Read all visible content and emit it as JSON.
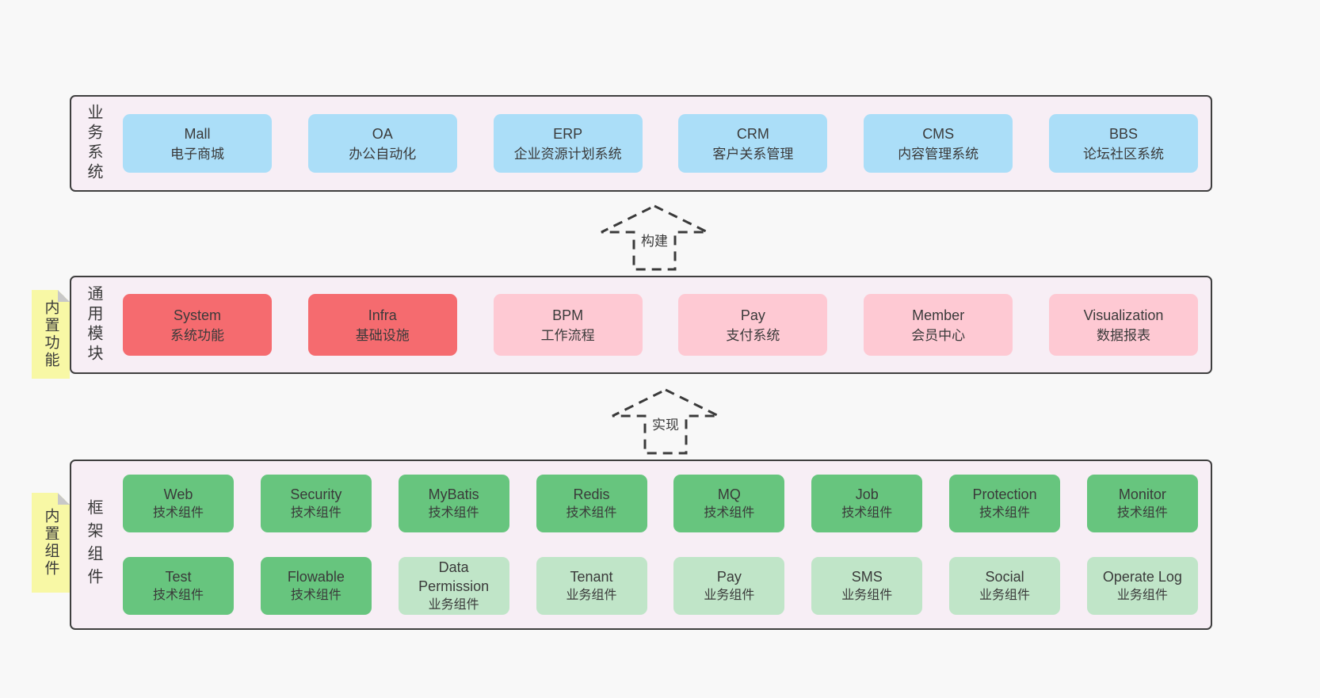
{
  "page": {
    "background": "#f8f8f8"
  },
  "arrows": [
    {
      "label": "构建"
    },
    {
      "label": "实现"
    }
  ],
  "layers": [
    {
      "name": "business-systems",
      "side_label": "业务系统",
      "boxes": [
        {
          "title": "Mall",
          "subtitle": "电子商城",
          "variant": "blue"
        },
        {
          "title": "OA",
          "subtitle": "办公自动化",
          "variant": "blue"
        },
        {
          "title": "ERP",
          "subtitle": "企业资源计划系统",
          "variant": "blue"
        },
        {
          "title": "CRM",
          "subtitle": "客户关系管理",
          "variant": "blue"
        },
        {
          "title": "CMS",
          "subtitle": "内容管理系统",
          "variant": "blue"
        },
        {
          "title": "BBS",
          "subtitle": "论坛社区系统",
          "variant": "blue"
        }
      ]
    },
    {
      "name": "common-modules",
      "side_label": "通用模块",
      "sticky_note": "内置功能",
      "boxes": [
        {
          "title": "System",
          "subtitle": "系统功能",
          "variant": "red"
        },
        {
          "title": "Infra",
          "subtitle": "基础设施",
          "variant": "red"
        },
        {
          "title": "BPM",
          "subtitle": "工作流程",
          "variant": "pink"
        },
        {
          "title": "Pay",
          "subtitle": "支付系统",
          "variant": "pink"
        },
        {
          "title": "Member",
          "subtitle": "会员中心",
          "variant": "pink"
        },
        {
          "title": "Visualization",
          "subtitle": "数据报表",
          "variant": "pink"
        }
      ]
    },
    {
      "name": "framework-components",
      "side_label": "框架组件",
      "sticky_note": "内置组件",
      "rows": [
        [
          {
            "title": "Web",
            "subtitle": "技术组件",
            "variant": "green"
          },
          {
            "title": "Security",
            "subtitle": "技术组件",
            "variant": "green"
          },
          {
            "title": "MyBatis",
            "subtitle": "技术组件",
            "variant": "green"
          },
          {
            "title": "Redis",
            "subtitle": "技术组件",
            "variant": "green"
          },
          {
            "title": "MQ",
            "subtitle": "技术组件",
            "variant": "green"
          },
          {
            "title": "Job",
            "subtitle": "技术组件",
            "variant": "green"
          },
          {
            "title": "Protection",
            "subtitle": "技术组件",
            "variant": "green"
          },
          {
            "title": "Monitor",
            "subtitle": "技术组件",
            "variant": "green"
          }
        ],
        [
          {
            "title": "Test",
            "subtitle": "技术组件",
            "variant": "green"
          },
          {
            "title": "Flowable",
            "subtitle": "技术组件",
            "variant": "green"
          },
          {
            "title": "Data Permission",
            "subtitle": "业务组件",
            "variant": "lightgreen"
          },
          {
            "title": "Tenant",
            "subtitle": "业务组件",
            "variant": "lightgreen"
          },
          {
            "title": "Pay",
            "subtitle": "业务组件",
            "variant": "lightgreen"
          },
          {
            "title": "SMS",
            "subtitle": "业务组件",
            "variant": "lightgreen"
          },
          {
            "title": "Social",
            "subtitle": "业务组件",
            "variant": "lightgreen"
          },
          {
            "title": "Operate Log",
            "subtitle": "业务组件",
            "variant": "lightgreen"
          }
        ]
      ]
    }
  ],
  "colors": {
    "blue_box": "#abdef8",
    "red_box": "#f56b6f",
    "pink_box": "#fec9d3",
    "green_box": "#67c57e",
    "light_green_box": "#c0e5c8",
    "sticky_yellow": "#f8f8a5",
    "sticky_fold_gray": "#c8c8c8",
    "layer_background": "#f7eef5",
    "border": "#3f3f3f",
    "text": "#3a3a3a"
  }
}
